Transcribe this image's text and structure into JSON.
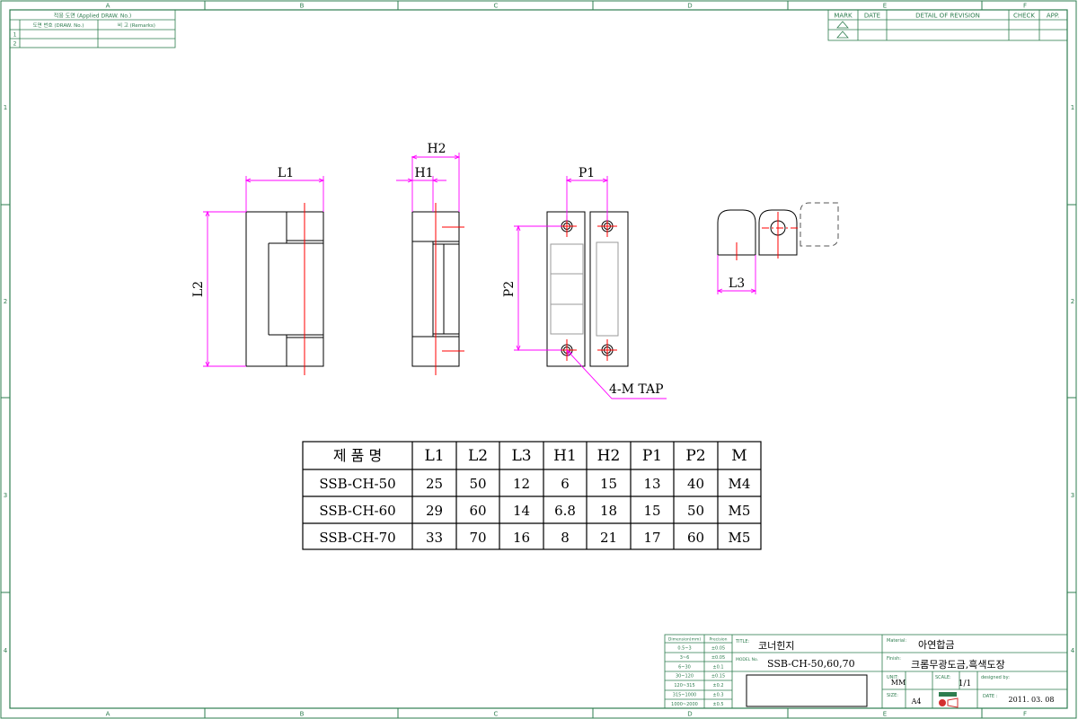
{
  "frame": {
    "zones_top": [
      "A",
      "B",
      "C",
      "D",
      "E",
      "F"
    ],
    "zones_side": [
      "1",
      "2",
      "3",
      "4"
    ]
  },
  "applied_block": {
    "header": "적용 도면 (Applied DRAW. No.)",
    "col1": "도면 번호 (DRAW. No.)",
    "col2": "비 고 (Remarks)",
    "rows": [
      "1",
      "2"
    ]
  },
  "revision_block": {
    "headers": [
      "MARK",
      "DATE",
      "DETAIL OF REVISION",
      "CHECK",
      "APP."
    ]
  },
  "drawing": {
    "dims": {
      "L1": "L1",
      "L2": "L2",
      "H1": "H1",
      "H2": "H2",
      "P1": "P1",
      "P2": "P2",
      "L3": "L3"
    },
    "tap_note": "4-M TAP"
  },
  "spec_table": {
    "headers": [
      "제 품 명",
      "L1",
      "L2",
      "L3",
      "H1",
      "H2",
      "P1",
      "P2",
      "M"
    ],
    "rows": [
      [
        "SSB-CH-50",
        "25",
        "50",
        "12",
        "6",
        "15",
        "13",
        "40",
        "M4"
      ],
      [
        "SSB-CH-60",
        "29",
        "60",
        "14",
        "6.8",
        "18",
        "15",
        "50",
        "M5"
      ],
      [
        "SSB-CH-70",
        "33",
        "70",
        "16",
        "8",
        "21",
        "17",
        "60",
        "M5"
      ]
    ]
  },
  "tolerance_table": {
    "headers": [
      "Dimension(mm)",
      "Precision"
    ],
    "rows": [
      [
        "0.5~3",
        "±0.05"
      ],
      [
        "3~6",
        "±0.05"
      ],
      [
        "6~30",
        "±0.1"
      ],
      [
        "30~120",
        "±0.15"
      ],
      [
        "120~315",
        "±0.2"
      ],
      [
        "315~1000",
        "±0.3"
      ],
      [
        "1000~2000",
        "±0.5"
      ]
    ]
  },
  "title_block": {
    "title_label": "TITLE:",
    "title": "코너힌지",
    "model_label": "MODEL No.",
    "model": "SSB-CH-50,60,70",
    "material_label": "Material:",
    "material": "아연합금",
    "finish_label": "Finish:",
    "finish": "크롬무광도금,흑색도장",
    "unit_label": "UNIT:",
    "unit": "MM",
    "scale_label": "SCALE:",
    "scale": "1/1",
    "designed_label": "designed by:",
    "size_label": "SIZE:",
    "size": "A4",
    "date_label": "DATE :",
    "date": "2011. 03. 08"
  },
  "colors": {
    "frame": "#2e7d4f",
    "dimension": "#ff00ff",
    "centerline": "#ff0000",
    "outline": "#000000",
    "hidden": "#9a9a9a"
  }
}
